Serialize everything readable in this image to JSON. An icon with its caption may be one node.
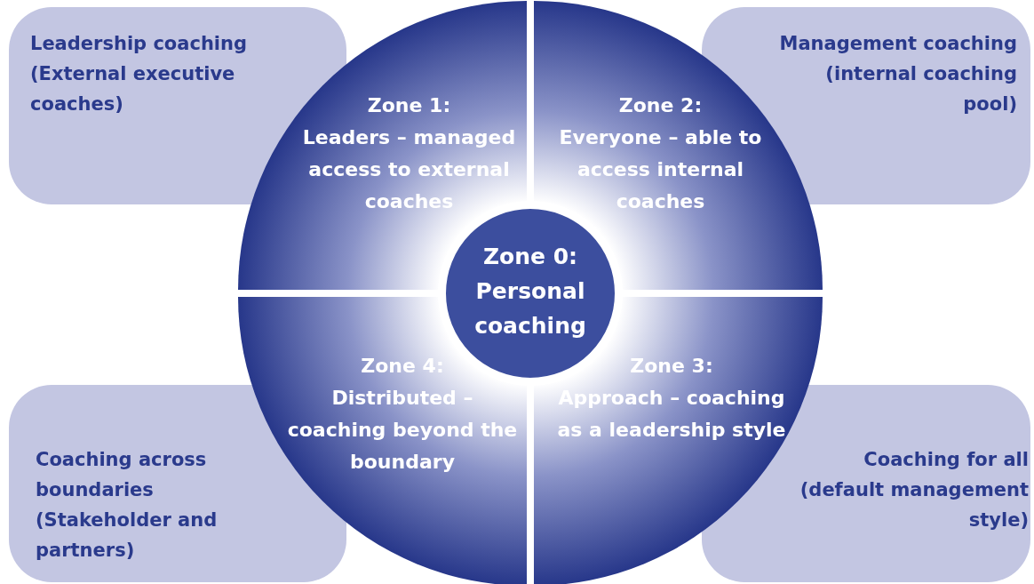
{
  "diagram": {
    "nodes": [
      {
        "text": [
          "Leadership coaching",
          "(External executive coaches)"
        ]
      },
      {
        "text": [
          "Management coaching",
          "(internal coaching pool)"
        ]
      },
      {
        "text": [
          "Zone 1:",
          "Leaders – managed access to external coaches"
        ]
      },
      {
        "text": [
          "Zone 2:",
          "Everyone – able to access internal coaches"
        ]
      },
      {
        "text": [
          "Zone 0:",
          "Personal coaching"
        ]
      },
      {
        "text": [
          "Zone 4:",
          "Distributed – coaching beyond the boundary"
        ]
      },
      {
        "text": [
          "Zone 3:",
          "Approach – coaching as a leadership style"
        ]
      },
      {
        "text": [
          "Coaching across boundaries",
          "(Stakeholder and partners)"
        ]
      },
      {
        "text": [
          "Coaching for all",
          "(default management style)"
        ]
      }
    ],
    "edges": []
  }
}
